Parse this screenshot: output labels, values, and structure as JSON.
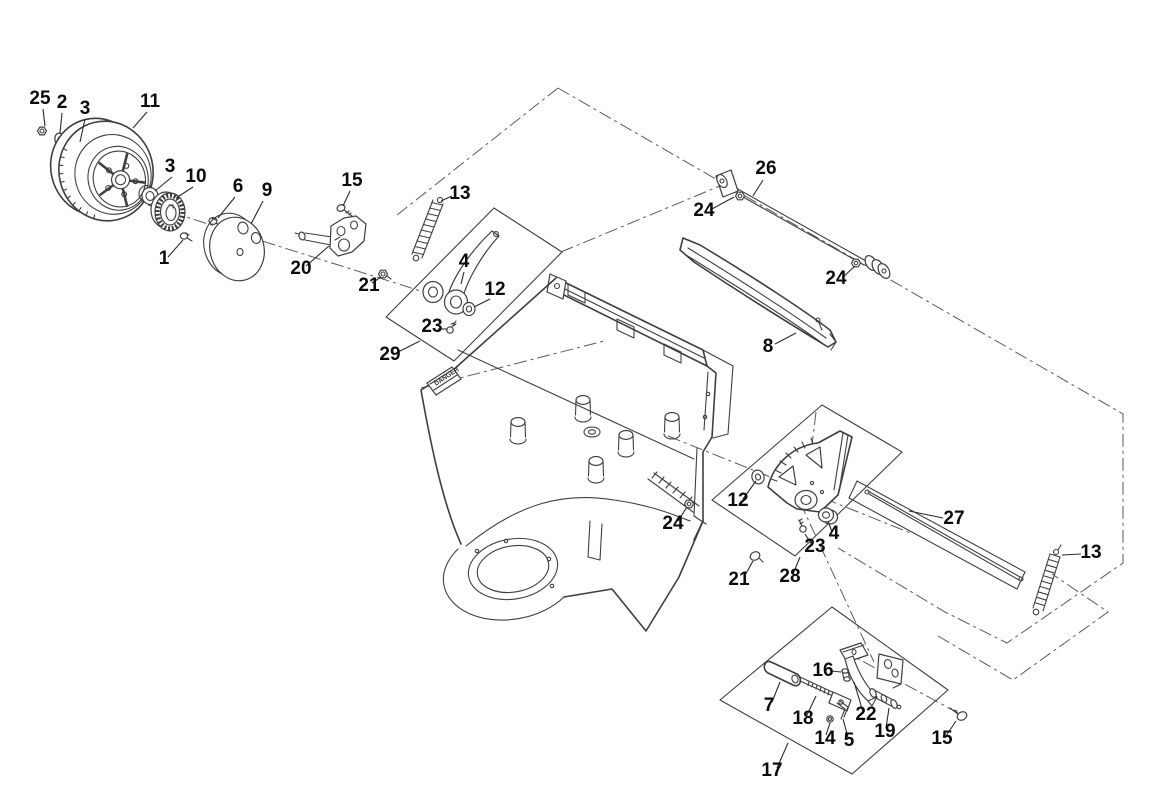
{
  "figure": {
    "kind": "exploded-parts-diagram",
    "warning_label": "DANGER",
    "background_color": "#ffffff",
    "line_color": "#3f3f3f",
    "callout_color": "#0c0c0c"
  },
  "callouts": [
    {
      "label": "25"
    },
    {
      "label": "2"
    },
    {
      "label": "3"
    },
    {
      "label": "11"
    },
    {
      "label": "3"
    },
    {
      "label": "10"
    },
    {
      "label": "6"
    },
    {
      "label": "9"
    },
    {
      "label": "1"
    },
    {
      "label": "15"
    },
    {
      "label": "13"
    },
    {
      "label": "20"
    },
    {
      "label": "21"
    },
    {
      "label": "4"
    },
    {
      "label": "12"
    },
    {
      "label": "23"
    },
    {
      "label": "29"
    },
    {
      "label": "26"
    },
    {
      "label": "24"
    },
    {
      "label": "24"
    },
    {
      "label": "8"
    },
    {
      "label": "24"
    },
    {
      "label": "12"
    },
    {
      "label": "23"
    },
    {
      "label": "4"
    },
    {
      "label": "27"
    },
    {
      "label": "21"
    },
    {
      "label": "28"
    },
    {
      "label": "13"
    },
    {
      "label": "7"
    },
    {
      "label": "16"
    },
    {
      "label": "18"
    },
    {
      "label": "22"
    },
    {
      "label": "14"
    },
    {
      "label": "5"
    },
    {
      "label": "19"
    },
    {
      "label": "15"
    },
    {
      "label": "17"
    }
  ],
  "unique_part_numbers": [
    "1",
    "2",
    "3",
    "4",
    "5",
    "6",
    "7",
    "8",
    "9",
    "10",
    "11",
    "12",
    "13",
    "14",
    "15",
    "16",
    "17",
    "18",
    "19",
    "20",
    "21",
    "22",
    "23",
    "24",
    "25",
    "26",
    "27",
    "28",
    "29"
  ]
}
